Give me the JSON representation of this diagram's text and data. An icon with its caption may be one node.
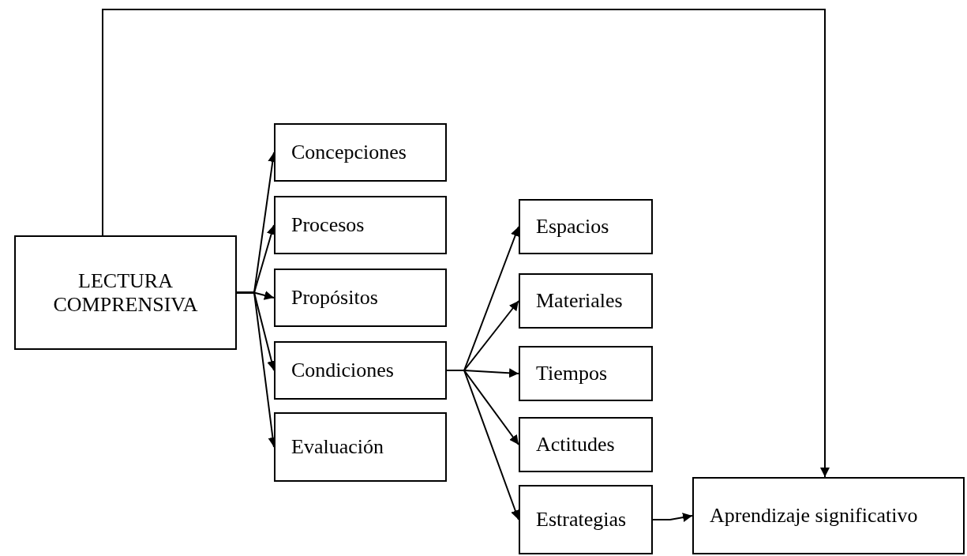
{
  "diagram": {
    "nodes": [
      {
        "text": [
          "LECTURA COMPRENSIVA"
        ]
      },
      {
        "text": [
          "Concepciones"
        ]
      },
      {
        "text": [
          "Procesos"
        ]
      },
      {
        "text": [
          "Propósitos"
        ]
      },
      {
        "text": [
          "Condiciones"
        ]
      },
      {
        "text": [
          "Evaluación"
        ]
      },
      {
        "text": [
          "Espacios"
        ]
      },
      {
        "text": [
          "Materiales"
        ]
      },
      {
        "text": [
          "Tiempos"
        ]
      },
      {
        "text": [
          "Actitudes"
        ]
      },
      {
        "text": [
          "Estrategias"
        ]
      },
      {
        "text": [
          "Aprendizaje significativo"
        ]
      }
    ],
    "edges": [
      {
        "from": 0,
        "to": 1,
        "arrow": "to"
      },
      {
        "from": 0,
        "to": 2,
        "arrow": "to"
      },
      {
        "from": 0,
        "to": 3,
        "arrow": "to"
      },
      {
        "from": 0,
        "to": 4,
        "arrow": "to"
      },
      {
        "from": 0,
        "to": 5,
        "arrow": "to"
      },
      {
        "from": 4,
        "to": 6,
        "arrow": "to"
      },
      {
        "from": 4,
        "to": 7,
        "arrow": "to"
      },
      {
        "from": 4,
        "to": 8,
        "arrow": "to"
      },
      {
        "from": 4,
        "to": 9,
        "arrow": "to"
      },
      {
        "from": 4,
        "to": 10,
        "arrow": "to"
      },
      {
        "from": 10,
        "to": 11,
        "arrow": "to"
      },
      {
        "from": 0,
        "to": 11,
        "arrow": "to"
      }
    ]
  }
}
